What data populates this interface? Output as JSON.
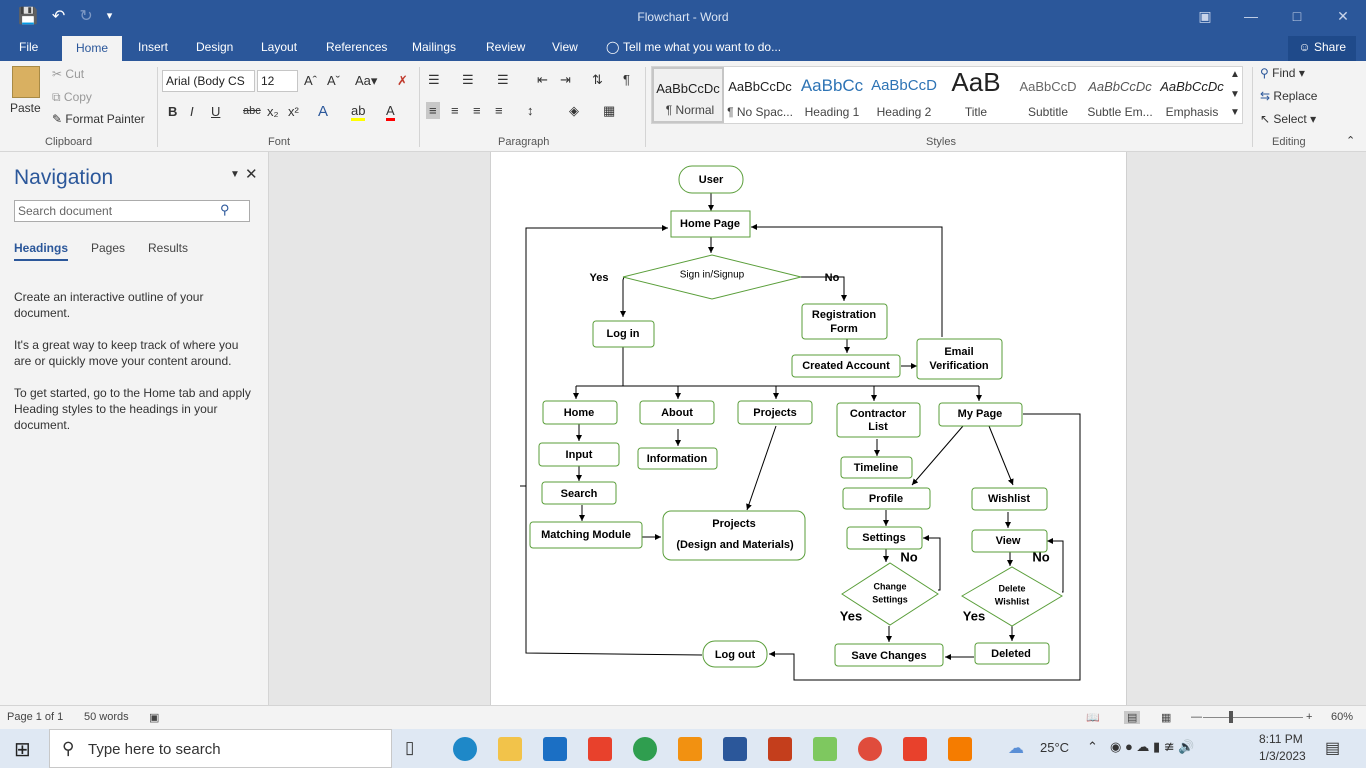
{
  "window": {
    "title": "Flowchart - Word"
  },
  "menu": {
    "tabs": [
      "File",
      "Home",
      "Insert",
      "Design",
      "Layout",
      "References",
      "Mailings",
      "Review",
      "View"
    ],
    "tell_me": "Tell me what you want to do...",
    "share": "Share"
  },
  "clipboard": {
    "paste": "Paste",
    "cut": "Cut",
    "copy": "Copy",
    "format_painter": "Format Painter",
    "label": "Clipboard"
  },
  "font": {
    "name": "Arial (Body CS",
    "size": "12",
    "label": "Font"
  },
  "paragraph": {
    "label": "Paragraph"
  },
  "styles": {
    "label": "Styles",
    "items": [
      {
        "preview": "AaBbCcDc",
        "name": "¶ Normal"
      },
      {
        "preview": "AaBbCcDc",
        "name": "¶ No Spac..."
      },
      {
        "preview": "AaBbCc",
        "name": "Heading 1"
      },
      {
        "preview": "AaBbCcD",
        "name": "Heading 2"
      },
      {
        "preview": "AaB",
        "name": "Title"
      },
      {
        "preview": "AaBbCcD",
        "name": "Subtitle"
      },
      {
        "preview": "AaBbCcDc",
        "name": "Subtle Em..."
      },
      {
        "preview": "AaBbCcDc",
        "name": "Emphasis"
      }
    ]
  },
  "editing": {
    "find": "Find",
    "replace": "Replace",
    "select": "Select",
    "label": "Editing"
  },
  "navigation": {
    "title": "Navigation",
    "search_placeholder": "Search document",
    "tabs": [
      "Headings",
      "Pages",
      "Results"
    ],
    "p1": "Create an interactive outline of your document.",
    "p2": "It's a great way to keep track of where you are or quickly move your content around.",
    "p3": "To get started, go to the Home tab and apply Heading styles to the headings in your document."
  },
  "flowchart": {
    "user": "User",
    "home_page": "Home Page",
    "signin": "Sign in/Signup",
    "yes": "Yes",
    "no": "No",
    "login": "Log in",
    "registration_1": "Registration",
    "registration_2": "Form",
    "created_account": "Created Account",
    "email_1": "Email",
    "email_2": "Verification",
    "home": "Home",
    "about": "About",
    "projects": "Projects",
    "contractor_1": "Contractor",
    "contractor_2": "List",
    "my_page": "My Page",
    "input": "Input",
    "information": "Information",
    "timeline": "Timeline",
    "search": "Search",
    "profile": "Profile",
    "wishlist": "Wishlist",
    "matching": "Matching Module",
    "projects2_1": "Projects",
    "projects2_2": "(Design and Materials)",
    "settings": "Settings",
    "view": "View",
    "change_1": "Change",
    "change_2": "Settings",
    "delete_1": "Delete",
    "delete_2": "Wishlist",
    "logout": "Log out",
    "save_changes": "Save Changes",
    "deleted": "Deleted"
  },
  "status": {
    "page": "Page 1 of 1",
    "words": "50 words",
    "zoom": "60%"
  },
  "taskbar": {
    "search": "Type here to search",
    "temp": "25°C",
    "time": "8:11 PM",
    "date": "1/3/2023"
  }
}
